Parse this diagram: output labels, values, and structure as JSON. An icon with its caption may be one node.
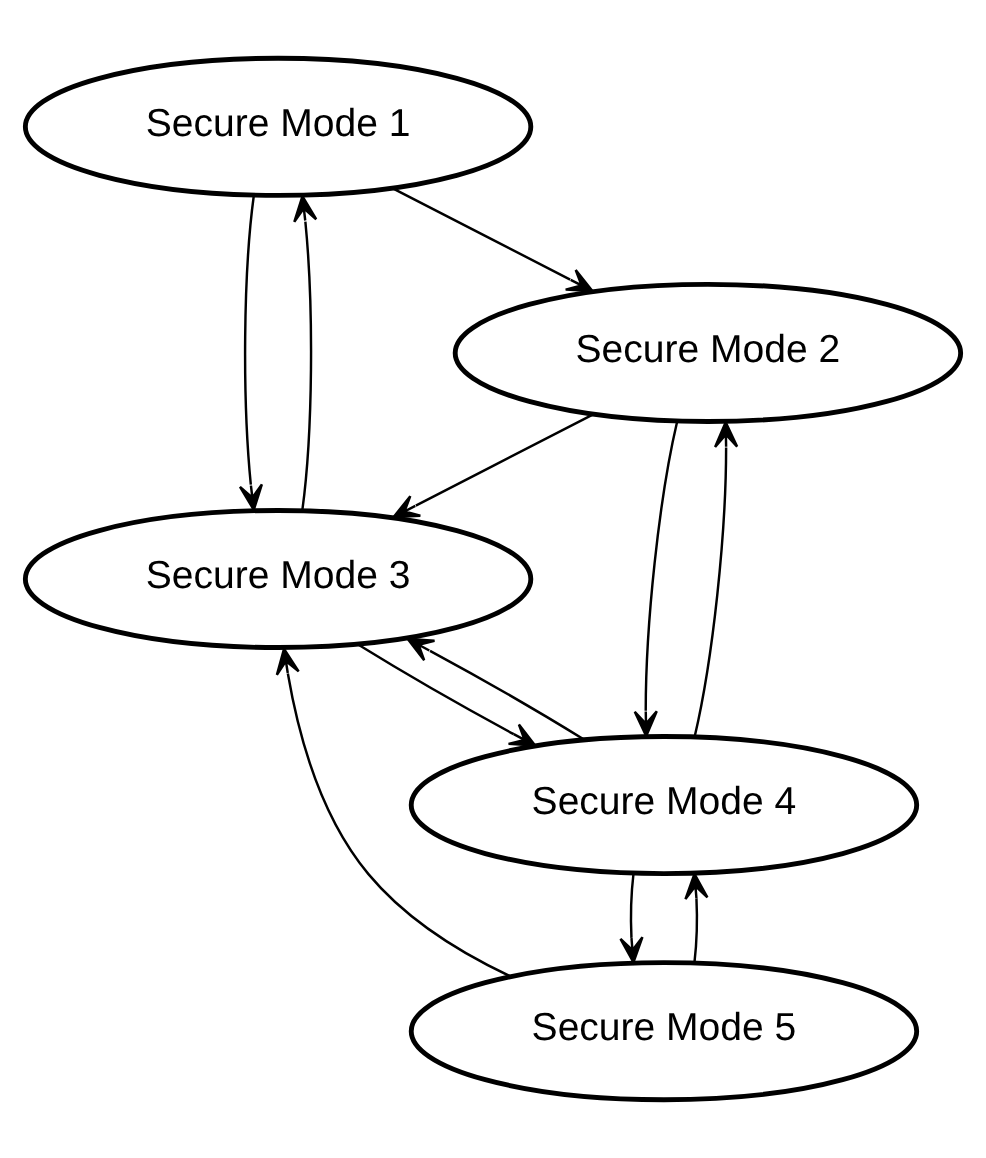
{
  "diagram": {
    "nodes": [
      {
        "text": [
          "Secure Mode 1"
        ]
      },
      {
        "text": [
          "Secure Mode 2"
        ]
      },
      {
        "text": [
          "Secure Mode 3"
        ]
      },
      {
        "text": [
          "Secure Mode 4"
        ]
      },
      {
        "text": [
          "Secure Mode 5"
        ]
      }
    ],
    "edges": [
      {
        "from": 0,
        "to": 1,
        "arrow": "to"
      },
      {
        "from": 0,
        "to": 2,
        "arrow": "to"
      },
      {
        "from": 2,
        "to": 0,
        "arrow": "to"
      },
      {
        "from": 1,
        "to": 2,
        "arrow": "to"
      },
      {
        "from": 1,
        "to": 3,
        "arrow": "to"
      },
      {
        "from": 3,
        "to": 1,
        "arrow": "to"
      },
      {
        "from": 3,
        "to": 2,
        "arrow": "to"
      },
      {
        "from": 2,
        "to": 3,
        "arrow": "to"
      },
      {
        "from": 3,
        "to": 4,
        "arrow": "to"
      },
      {
        "from": 4,
        "to": 3,
        "arrow": "to"
      },
      {
        "from": 4,
        "to": 2,
        "arrow": "to"
      }
    ]
  }
}
